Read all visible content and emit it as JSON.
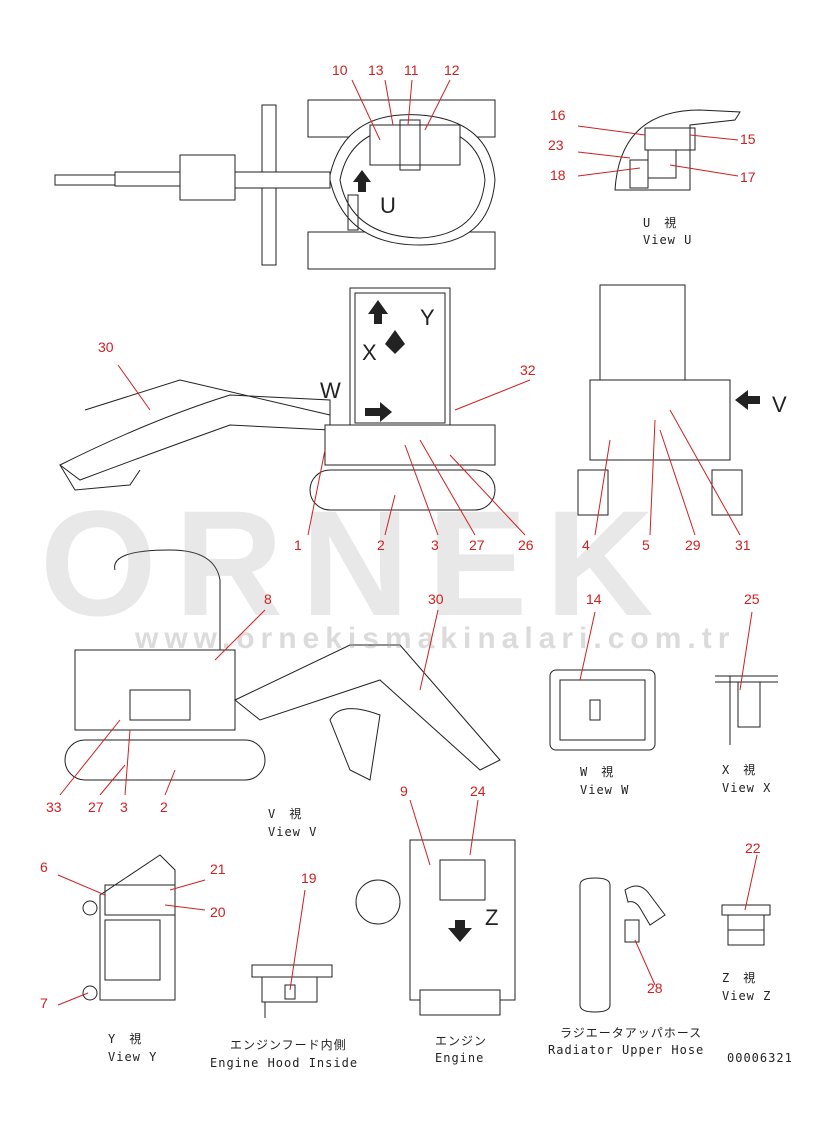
{
  "watermark": {
    "brand": "ORNEK",
    "url": "www.ornekismakinalari.com.tr"
  },
  "document_id": "00006321",
  "view_letters": {
    "u": "U",
    "v": "V",
    "w": "W",
    "x": "X",
    "y": "Y",
    "z": "Z"
  },
  "views": {
    "view_u": {
      "jp": "U　視",
      "en": "View U"
    },
    "view_v": {
      "jp": "V　視",
      "en": "View V"
    },
    "view_w": {
      "jp": "W　視",
      "en": "View W"
    },
    "view_x": {
      "jp": "X　視",
      "en": "View X"
    },
    "view_y": {
      "jp": "Y　視",
      "en": "View Y"
    },
    "view_z": {
      "jp": "Z　視",
      "en": "View Z"
    },
    "engine_hood": {
      "jp": "エンジンフード内側",
      "en": "Engine Hood Inside"
    },
    "engine": {
      "jp": "エンジン",
      "en": "Engine"
    },
    "radiator": {
      "jp": "ラジエータアッパホース",
      "en": "Radiator Upper Hose"
    }
  },
  "callouts": {
    "c1": "1",
    "c2": "2",
    "c3": "3",
    "c4": "4",
    "c5": "5",
    "c6": "6",
    "c7": "7",
    "c8": "8",
    "c9": "9",
    "c10": "10",
    "c11": "11",
    "c12": "12",
    "c13": "13",
    "c14": "14",
    "c15": "15",
    "c16": "16",
    "c17": "17",
    "c18": "18",
    "c19": "19",
    "c20": "20",
    "c21": "21",
    "c22": "22",
    "c23": "23",
    "c24": "24",
    "c25": "25",
    "c26": "26",
    "c27": "27",
    "c28": "28",
    "c29": "29",
    "c30": "30",
    "c31": "31",
    "c32": "32",
    "c33": "33"
  }
}
